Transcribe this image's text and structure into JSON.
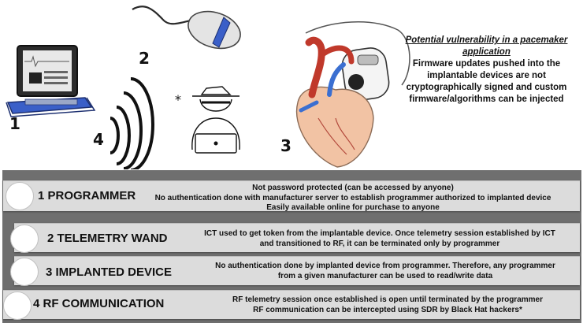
{
  "labels": {
    "n1": "1",
    "n2": "2",
    "n3": "3",
    "n4": "4",
    "asterisk": "*"
  },
  "vulnerability": {
    "title": "Potential vulnerability in a pacemaker application",
    "body": "Firmware updates pushed into the implantable devices are not cryptographically signed and custom firmware/algorithms can be injected"
  },
  "rows": [
    {
      "title": "1 PROGRAMMER",
      "lines": [
        "Not password protected (can be accessed by anyone)",
        "No authentication done with manufacturer server to establish programmer authorized to implanted device",
        "Easily available online for purchase to anyone"
      ]
    },
    {
      "title": "2 TELEMETRY WAND",
      "lines": [
        "ICT used to get token from the implantable device. Once telemetry session established by ICT",
        "and transitioned to RF, it can be terminated only by programmer"
      ]
    },
    {
      "title": "3 IMPLANTED DEVICE",
      "lines": [
        "No authentication done by implanted device from programmer. Therefore, any programmer",
        "from a given manufacturer can be used to read/write data"
      ]
    },
    {
      "title": "4 RF COMMUNICATION",
      "lines": [
        "RF telemetry session once established is open until terminated by the programmer",
        "RF communication can be intercepted using SDR by Black Hat hackers*"
      ]
    }
  ],
  "colors": {
    "panel": "#6f6f6f",
    "row": "#dcdcdc",
    "laptop_blue": "#3a5fc8",
    "heart_red": "#c0392b",
    "vessel_blue": "#3b6fd1",
    "heart_peach": "#f2c3a4"
  },
  "icons": [
    "laptop-programmer-icon",
    "telemetry-wand-icon",
    "hacker-icon",
    "rf-waves-icon",
    "heart-pacemaker-icon"
  ]
}
